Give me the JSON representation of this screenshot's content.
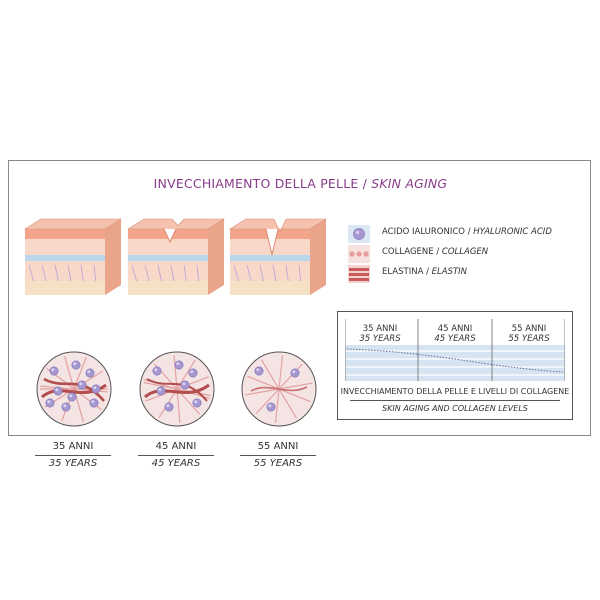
{
  "title": {
    "main": "INVECCHIAMENTO DELLA PELLE / ",
    "italic": "SKIN AGING"
  },
  "stages": [
    {
      "age_it": "35 ANNI",
      "age_en": "35 YEARS",
      "wrinkle_depth": 0
    },
    {
      "age_it": "45 ANNI",
      "age_en": "45 YEARS",
      "wrinkle_depth": 0.5
    },
    {
      "age_it": "55 ANNI",
      "age_en": "55 YEARS",
      "wrinkle_depth": 1
    }
  ],
  "legend": [
    {
      "icon": "hyaluronic-acid-icon",
      "label_it": "ACIDO IALURONICO / ",
      "label_en": "HYALURONIC ACID",
      "color": "#9a8bc4"
    },
    {
      "icon": "collagen-icon",
      "label_it": "COLLAGENE / ",
      "label_en": "COLLAGEN",
      "color": "#e29a9a"
    },
    {
      "icon": "elastin-icon",
      "label_it": "ELASTINA / ",
      "label_en": "ELASTIN",
      "color": "#c85858"
    }
  ],
  "collagen_panel": {
    "columns": [
      {
        "it": "35 ANNI",
        "en": "35 YEARS"
      },
      {
        "it": "45 ANNI",
        "en": "45 YEARS"
      },
      {
        "it": "55 ANNI",
        "en": "55 YEARS"
      }
    ],
    "caption_it": "INVECCHIAMENTO DELLA PELLE E LIVELLI DI COLLAGENE",
    "caption_en": "SKIN AGING AND COLLAGEN LEVELS"
  },
  "colors": {
    "title": "#8a3b8a",
    "skin_surface": "#f2b49a",
    "dermis": "#f8d3c2",
    "fiber": "#c05a5a",
    "panel_fill": "#d6e4f2"
  }
}
